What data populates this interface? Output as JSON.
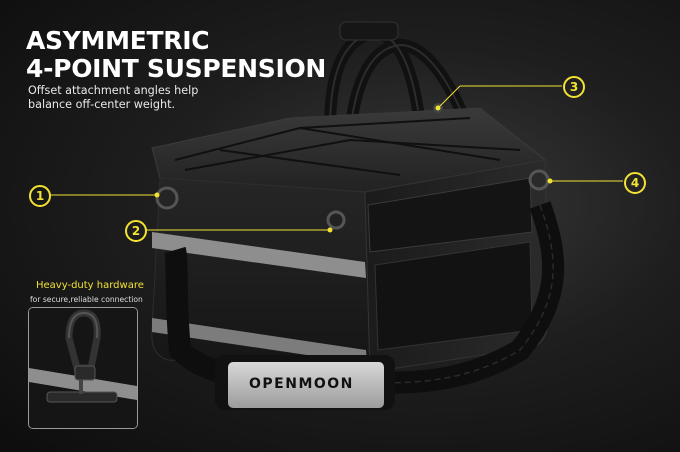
{
  "headline": {
    "line1": "ASYMMETRIC",
    "line2": "4-POINT SUSPENSION"
  },
  "subtitle": {
    "line1": "Offset attachment angles help",
    "line2": "balance off-center weight."
  },
  "callouts": {
    "c1": "1",
    "c2": "2",
    "c3": "3",
    "c4": "4"
  },
  "hardware": {
    "title": "Heavy-duty hardware",
    "subtitle": "for secure,reliable connection"
  },
  "brand": {
    "logo_text": "OPENMOON"
  },
  "colors": {
    "accent": "#f2e233",
    "bag": "#1c1c1c",
    "reflective_strip": "#8e8e8e"
  }
}
